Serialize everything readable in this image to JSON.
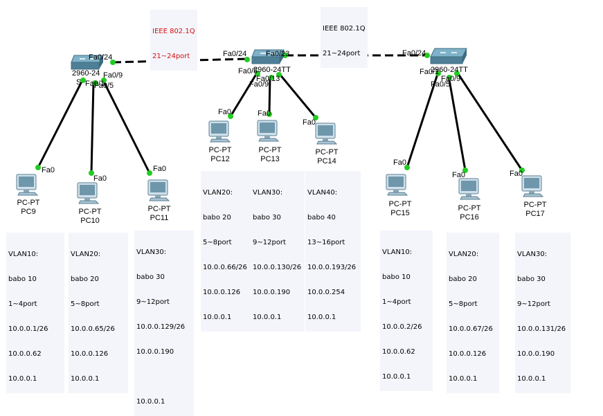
{
  "trunk_notes": [
    {
      "lines": [
        "IEEE 802.1Q",
        "21~24port"
      ],
      "color": "#d11010"
    },
    {
      "lines": [
        "IEEE 802.1Q",
        "21~24port"
      ],
      "color": "#000000"
    }
  ],
  "switches": [
    {
      "label": "2960-24",
      "sublabel": "S"
    },
    {
      "label": "2960-24TT",
      "sublabel": ""
    },
    {
      "label": "2960-24TT",
      "sublabel": ""
    }
  ],
  "port_labels": [
    "Fa0/24",
    "Fa0/9",
    "Fa0/5",
    "Fa0/1",
    "Fa0/24",
    "Fa0/23",
    "Fa0/5",
    "Fa0/13",
    "Fa0/9",
    "Fa0/24",
    "Fa0/1",
    "Fa0/9",
    "Fa0/5",
    "Fa0",
    "Fa0",
    "Fa0",
    "Fa0",
    "Fa0",
    "Fa0",
    "Fa0",
    "Fa0",
    "Fa0"
  ],
  "pcs": [
    {
      "type": "PC-PT",
      "name": "PC9"
    },
    {
      "type": "PC-PT",
      "name": "PC10"
    },
    {
      "type": "PC-PT",
      "name": "PC11"
    },
    {
      "type": "PC-PT",
      "name": "PC12"
    },
    {
      "type": "PC-PT",
      "name": "PC13"
    },
    {
      "type": "PC-PT",
      "name": "PC14"
    },
    {
      "type": "PC-PT",
      "name": "PC15"
    },
    {
      "type": "PC-PT",
      "name": "PC16"
    },
    {
      "type": "PC-PT",
      "name": "PC17"
    }
  ],
  "vlan_notes": [
    {
      "lines": [
        "VLAN10:",
        "babo 10",
        "1~4port",
        "10.0.0.1/26",
        "10.0.0.62",
        "10.0.0.1"
      ]
    },
    {
      "lines": [
        "VLAN20:",
        "babo 20",
        "5~8port",
        "10.0.0.65/26",
        "10.0.0.126",
        "10.0.0.1"
      ]
    },
    {
      "lines": [
        "VLAN30:",
        "babo 30",
        "9~12port",
        "10.0.0.129/26",
        "10.0.0.190",
        "",
        "10.0.0.1"
      ]
    },
    {
      "lines": [
        "VLAN20:",
        "babo 20",
        "5~8port",
        "10.0.0.66/26",
        "10.0.0.126",
        "10.0.0.1"
      ]
    },
    {
      "lines": [
        "VLAN30:",
        "babo 30",
        "9~12port",
        "10.0.0.130/26",
        "10.0.0.190",
        "10.0.0.1"
      ]
    },
    {
      "lines": [
        "VLAN40:",
        "babo 40",
        "13~16port",
        "10.0.0.193/26",
        "10.0.0.254",
        "10.0.0.1"
      ]
    },
    {
      "lines": [
        "VLAN10:",
        "babo 10",
        "1~4port",
        "10.0.0.2/26",
        "10.0.0.62",
        "10.0.0.1"
      ]
    },
    {
      "lines": [
        "VLAN20:",
        "babo 20",
        "5~8port",
        "10.0.0.67/26",
        "10.0.0.126",
        "10.0.0.1"
      ]
    },
    {
      "lines": [
        "VLAN30:",
        "babo 30",
        "9~12port",
        "10.0.0.131/26",
        "10.0.0.190",
        "10.0.0.1"
      ]
    }
  ],
  "colors": {
    "link": "#000000",
    "link_up_dot": "#22cc22",
    "note_bg": "#f4f5fb",
    "switch_body": "#5e8fa6"
  }
}
